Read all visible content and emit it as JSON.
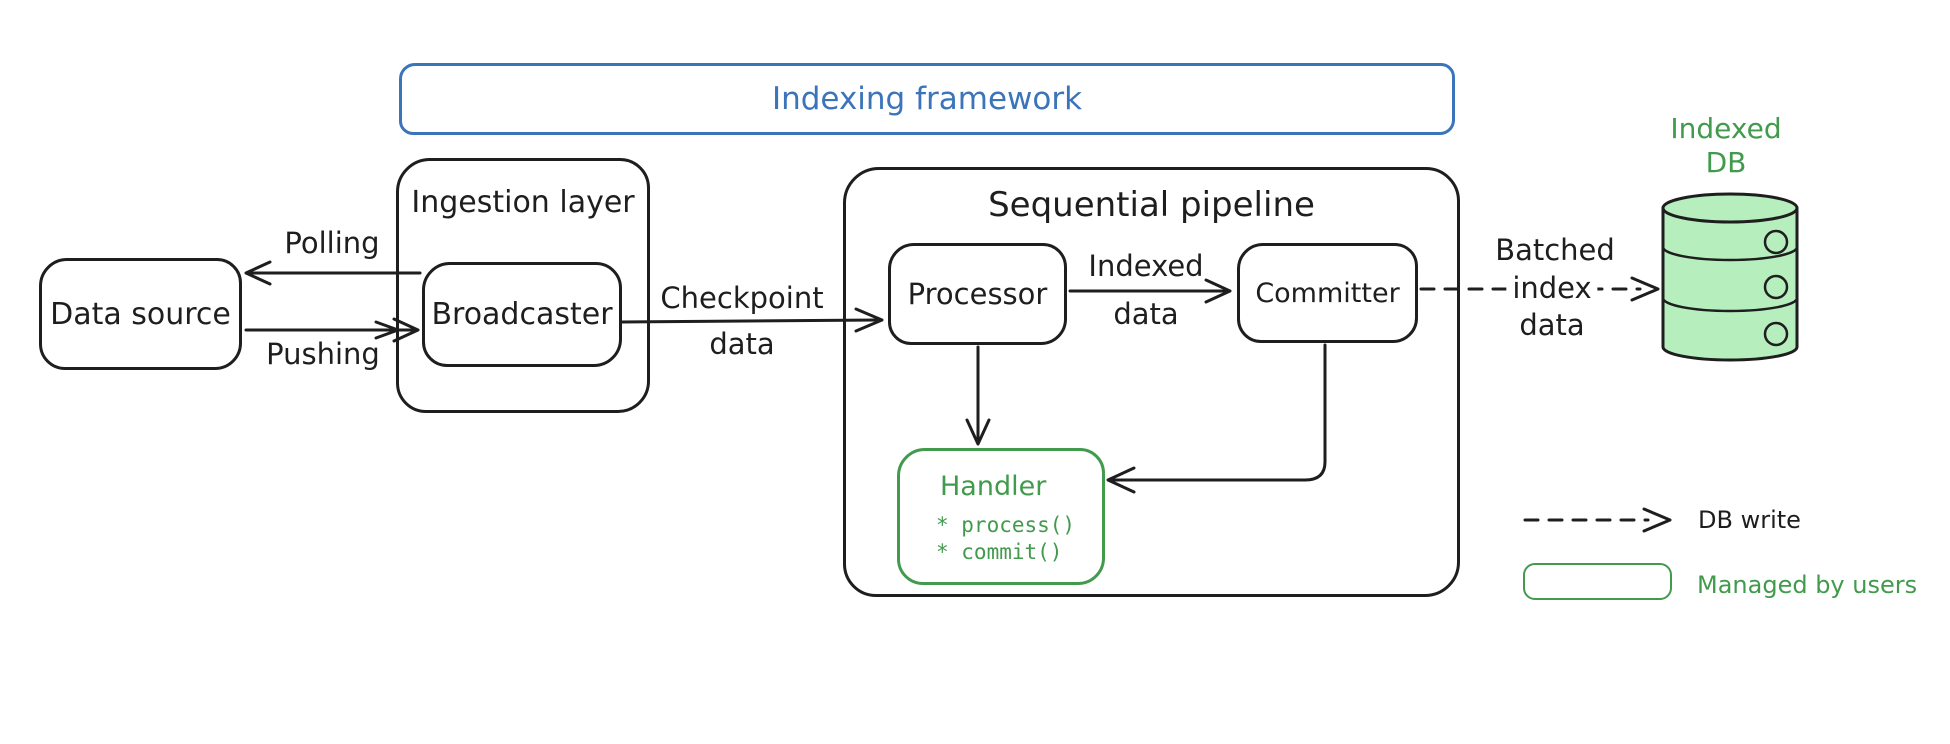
{
  "frame": {
    "title": "Indexing framework"
  },
  "nodes": {
    "data_source": "Data source",
    "ingestion_layer": "Ingestion layer",
    "broadcaster": "Broadcaster",
    "pipeline": "Sequential pipeline",
    "processor": "Processor",
    "committer": "Committer",
    "handler": {
      "title": "Handler",
      "methods": [
        "* process()",
        "* commit()"
      ]
    },
    "indexed_db": {
      "line1": "Indexed",
      "line2": "DB"
    }
  },
  "edges": {
    "polling": "Polling",
    "pushing": "Pushing",
    "checkpoint": {
      "line1": "Checkpoint",
      "line2": "data"
    },
    "indexed": {
      "line1": "Indexed",
      "line2": "data"
    },
    "batched": {
      "line1": "Batched",
      "line2": "index",
      "line3": "data"
    }
  },
  "legend": {
    "db_write": "DB write",
    "managed_by_users": "Managed by users"
  },
  "colors": {
    "ink": "#1e1e1e",
    "blue": "#3b74ba",
    "green": "#429a4d",
    "green_fill": "#b7eebe",
    "bg": "#ffffff"
  }
}
